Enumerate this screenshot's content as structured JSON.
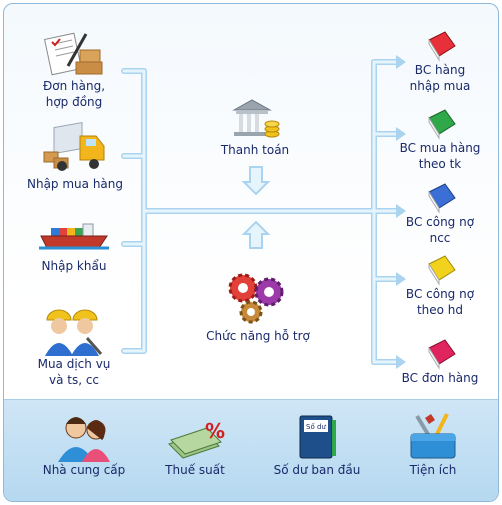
{
  "left": [
    {
      "l1": "Đơn hàng,",
      "l2": "hợp đồng",
      "icon": "order-document-icon"
    },
    {
      "l1": "Nhập mua hàng",
      "l2": "",
      "icon": "delivery-truck-icon"
    },
    {
      "l1": "Nhập khẩu",
      "l2": "",
      "icon": "cargo-ship-icon"
    },
    {
      "l1": "Mua dịch vụ",
      "l2": "và ts, cc",
      "icon": "workers-service-icon"
    }
  ],
  "center": {
    "payment": {
      "l1": "Thanh toán",
      "icon": "bank-payment-icon"
    },
    "support": {
      "l1": "Chức năng hỗ trợ",
      "icon": "gears-icon"
    }
  },
  "right": [
    {
      "l1": "BC hàng",
      "l2": "nhập mua",
      "color": "#e8303a",
      "icon": "report-book-icon"
    },
    {
      "l1": "BC mua hàng",
      "l2": "theo tk",
      "color": "#2fa84a",
      "icon": "report-book-icon"
    },
    {
      "l1": "BC công nợ",
      "l2": "ncc",
      "color": "#3b6fd6",
      "icon": "report-book-icon"
    },
    {
      "l1": "BC công nợ",
      "l2": "theo hd",
      "color": "#f2d21c",
      "icon": "report-book-icon"
    },
    {
      "l1": "BC đơn hàng",
      "l2": "",
      "color": "#e0245e",
      "icon": "report-book-icon"
    }
  ],
  "bottom": [
    {
      "label": "Nhà cung cấp",
      "icon": "suppliers-people-icon"
    },
    {
      "label": "Thuế suất",
      "icon": "tax-money-percent-icon"
    },
    {
      "label": "Số dư ban đầu",
      "icon": "ledger-book-icon",
      "book_title": "Số dư"
    },
    {
      "label": "Tiện ích",
      "icon": "toolbox-icon"
    }
  ],
  "colors": {
    "wire": "#d6ecf8",
    "wire_edge": "#a9d3ee",
    "text": "#1a2a6a"
  }
}
